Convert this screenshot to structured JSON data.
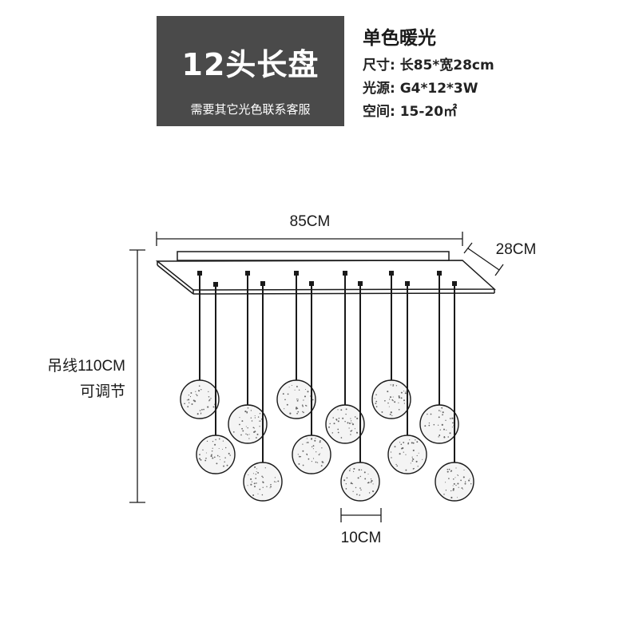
{
  "title_box": {
    "main": "12头长盘",
    "sub": "需要其它光色联系客服"
  },
  "spec": {
    "heading": "单色暖光",
    "size": "尺寸: 长85*宽28cm",
    "light": "光源: G4*12*3W",
    "space": "空间: 15-20㎡"
  },
  "dimensions": {
    "length": "85CM",
    "width": "28CM",
    "wire": "吊线110CM",
    "wire_note": "可调节",
    "globe": "10CM"
  },
  "lamps": {
    "count": 12,
    "colors": {
      "line": "#1a1a1a",
      "globe_fill": "#f4f4f4",
      "speckle": "#666666"
    }
  }
}
